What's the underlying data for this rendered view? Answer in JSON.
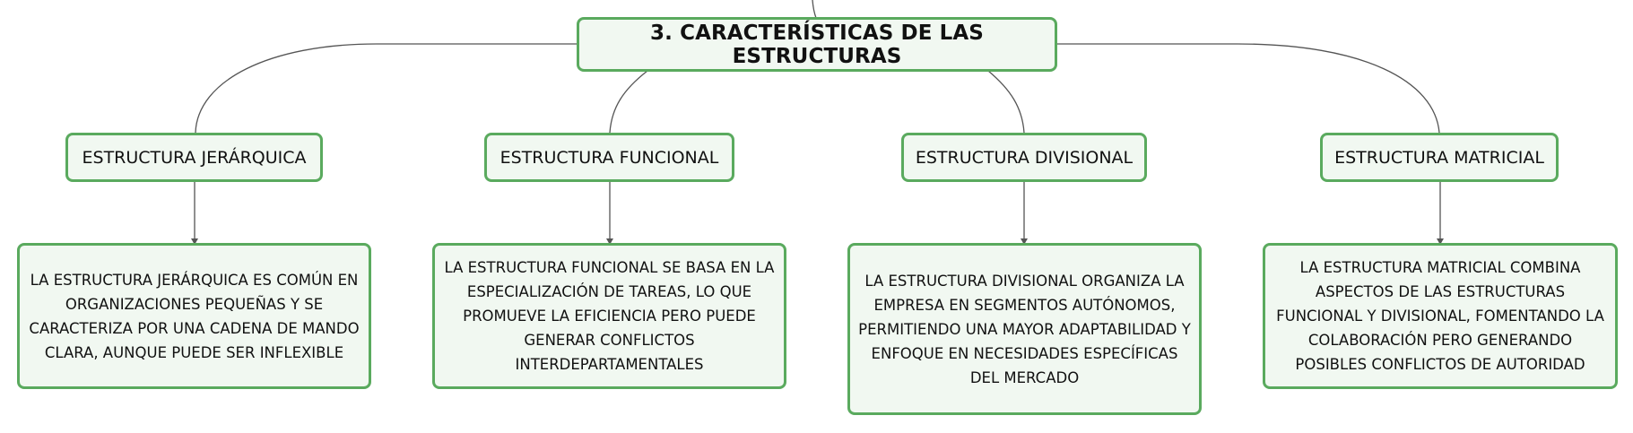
{
  "root": {
    "label": "3. CARACTERÍSTICAS DE LAS ESTRUCTURAS"
  },
  "branches": [
    {
      "label": "ESTRUCTURA JERÁRQUICA",
      "detail": "LA ESTRUCTURA JERÁRQUICA ES COMÚN EN ORGANIZACIONES PEQUEÑAS Y SE CARACTERIZA POR UNA CADENA DE MANDO CLARA, AUNQUE PUEDE SER INFLEXIBLE"
    },
    {
      "label": "ESTRUCTURA FUNCIONAL",
      "detail": "LA ESTRUCTURA FUNCIONAL SE BASA EN LA ESPECIALIZACIÓN DE TAREAS, LO QUE PROMUEVE LA EFICIENCIA PERO PUEDE GENERAR CONFLICTOS INTERDEPARTAMENTALES"
    },
    {
      "label": "ESTRUCTURA DIVISIONAL",
      "detail": "LA ESTRUCTURA DIVISIONAL ORGANIZA LA EMPRESA EN SEGMENTOS AUTÓNOMOS, PERMITIENDO UNA MAYOR ADAPTABILIDAD Y ENFOQUE EN NECESIDADES ESPECÍFICAS DEL MERCADO"
    },
    {
      "label": "ESTRUCTURA MATRICIAL",
      "detail": "LA ESTRUCTURA MATRICIAL COMBINA ASPECTOS DE LAS ESTRUCTURAS FUNCIONAL Y DIVISIONAL, FOMENTANDO LA COLABORACIÓN PERO GENERANDO POSIBLES CONFLICTOS DE AUTORIDAD"
    }
  ],
  "colors": {
    "node_border": "#5aaa5e",
    "node_fill": "#f1f8f1",
    "connector": "#555555"
  }
}
